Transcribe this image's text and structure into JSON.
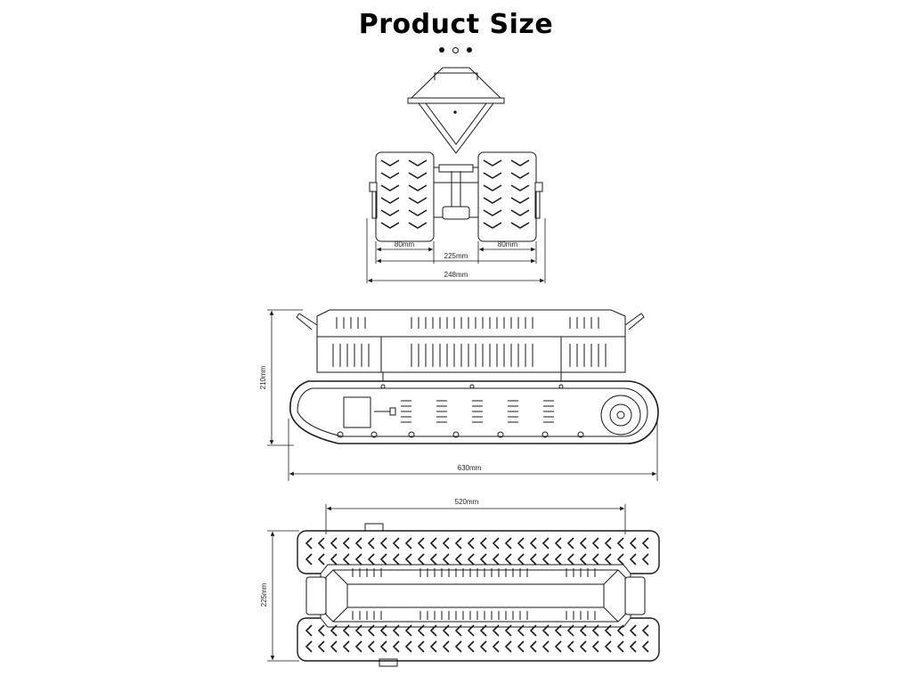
{
  "header": {
    "title": "Product Size"
  },
  "front_view": {
    "track_width_left": "80mm",
    "track_width_right": "80mm",
    "inner_gap": "225mm",
    "overall_width": "248mm"
  },
  "side_view": {
    "height": "210mm",
    "length": "630mm"
  },
  "top_view": {
    "body_length": "520mm",
    "width": "225mm"
  },
  "colors": {
    "line": "#1a1a1a",
    "background": "#ffffff"
  }
}
